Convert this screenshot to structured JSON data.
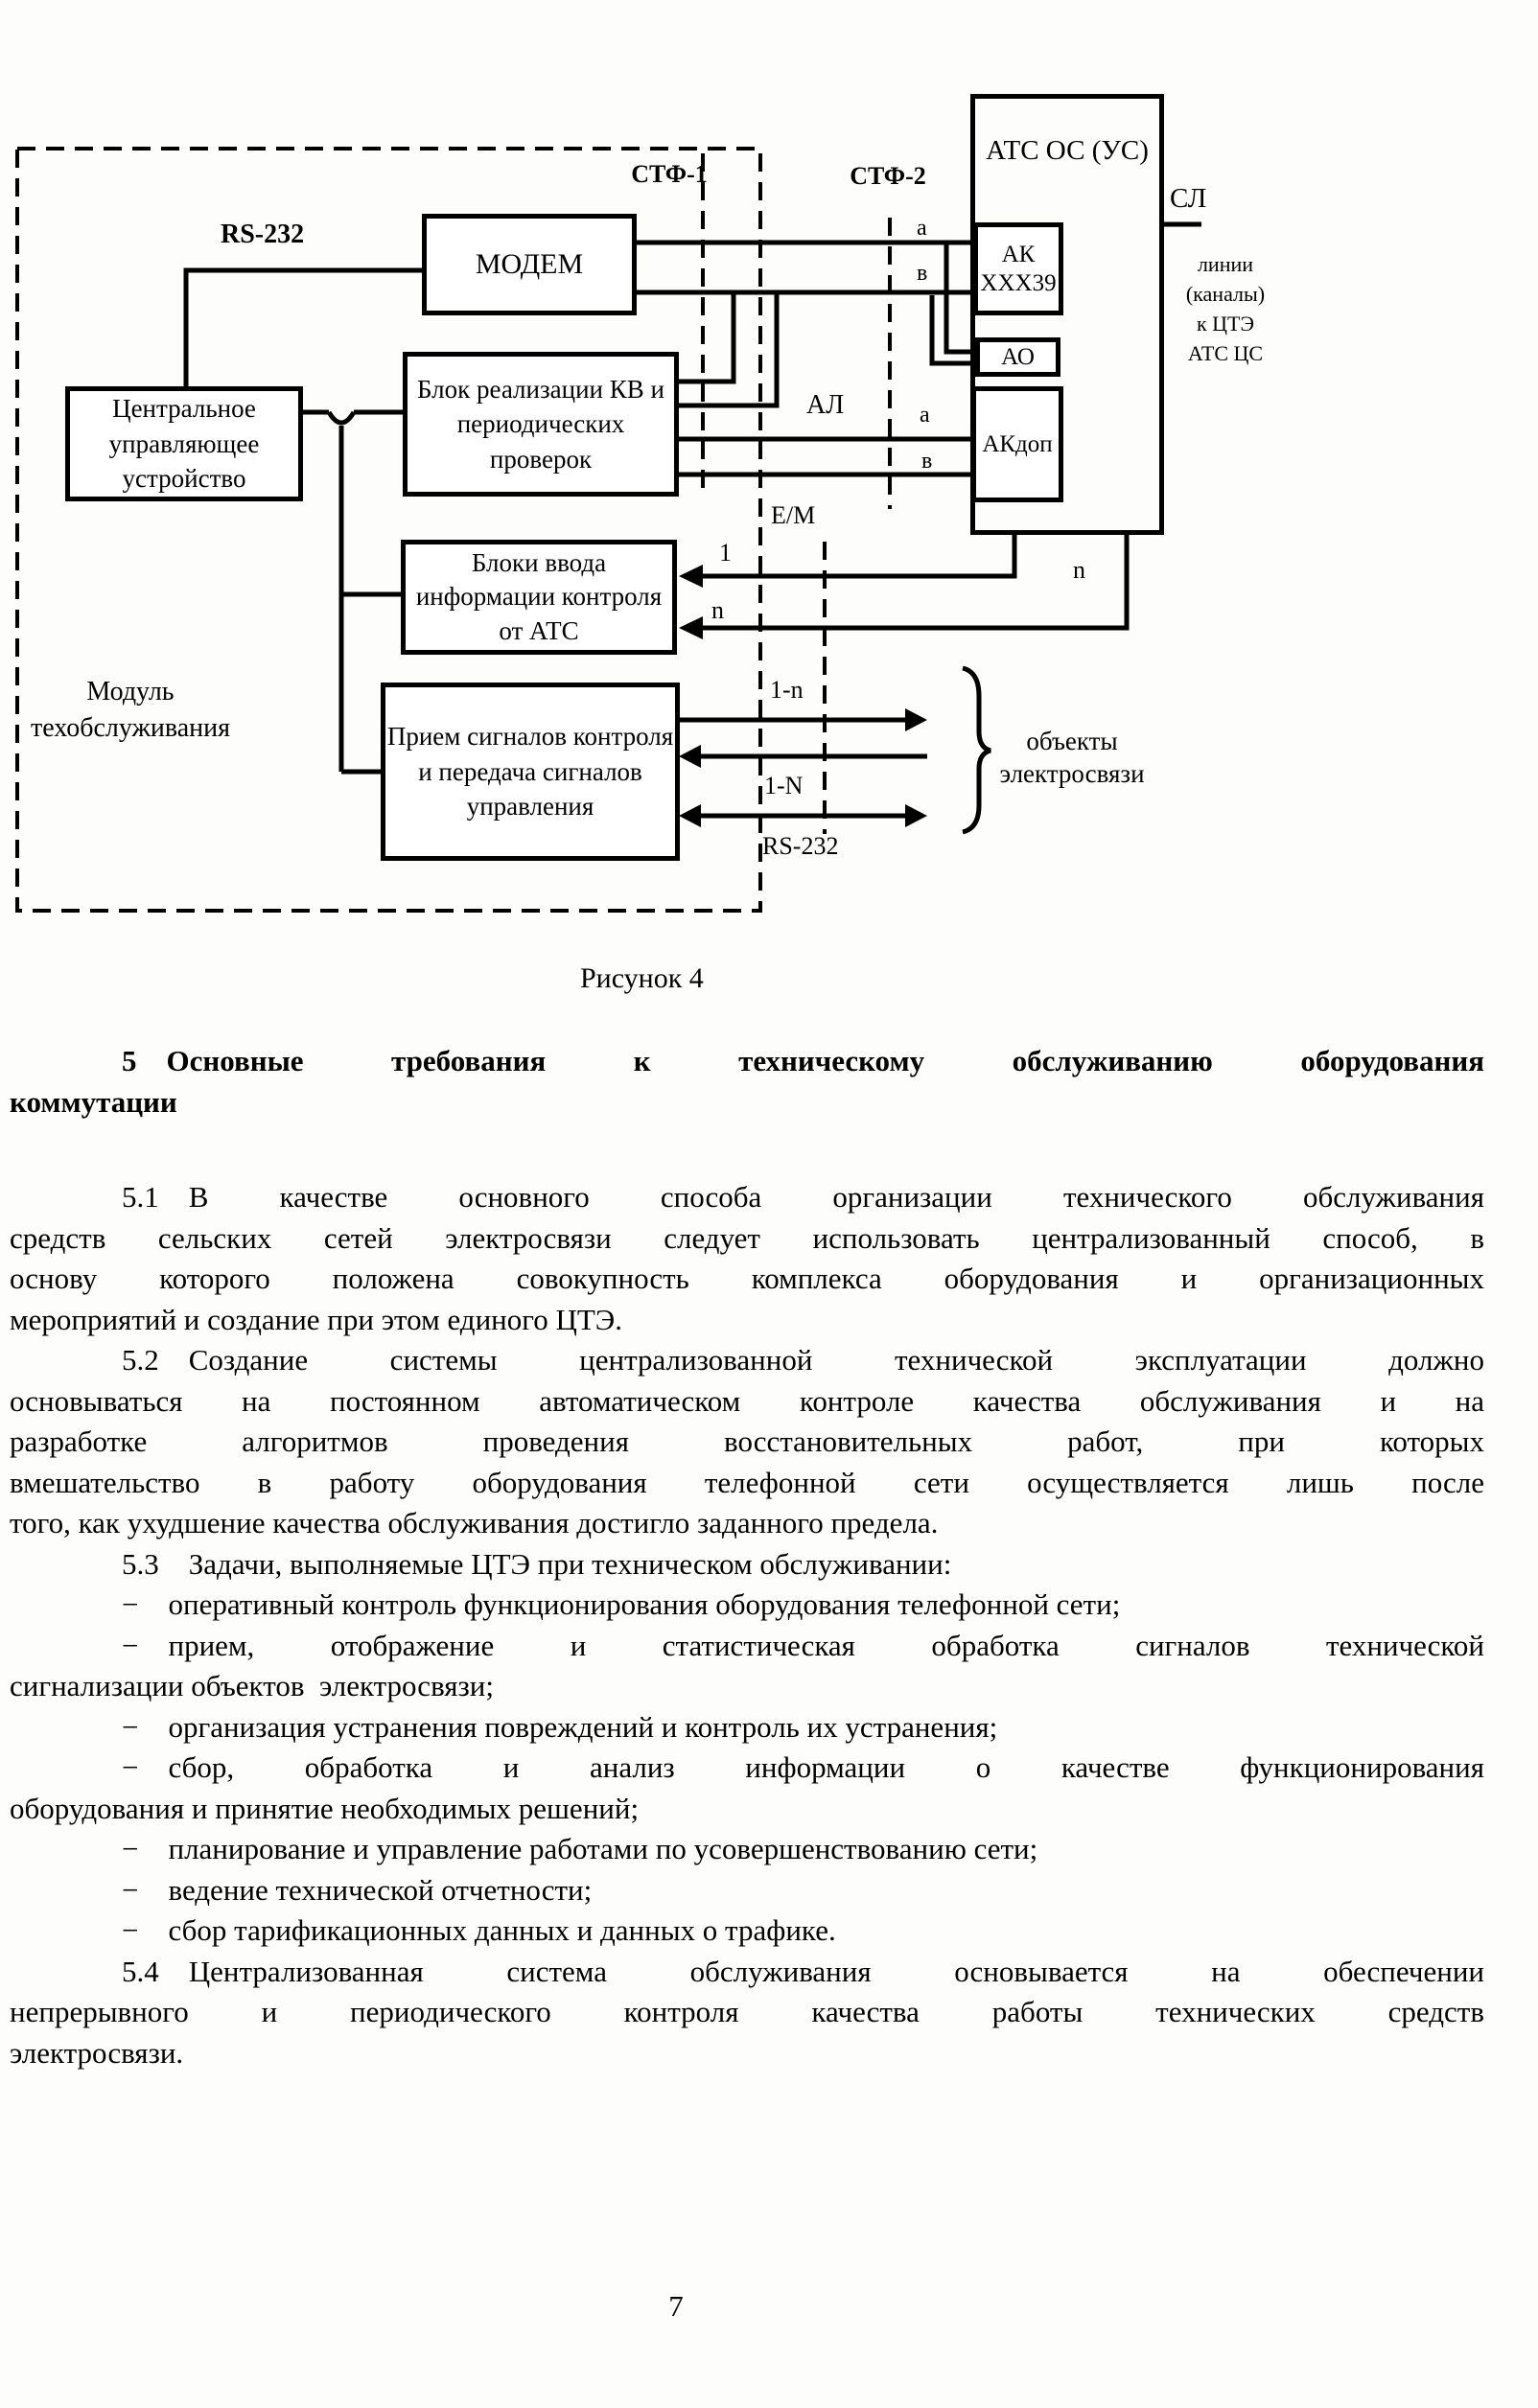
{
  "page": {
    "number": "7"
  },
  "figure": {
    "caption": "Рисунок 4",
    "module_label": "Модуль\nтехобслуживания",
    "blocks": {
      "modem": "МОДЕМ",
      "central": "Центральное управляющее устройство",
      "kv": "Блок реализации КВ и периодических проверок",
      "input": "Блоки ввода информации контроля от АТС",
      "receive": "Прием сигналов контроля и передача сигналов управления",
      "atc": "АТС ОС (УС)",
      "ak": "АК ХХХ39",
      "ao": "АО",
      "akdop": "АКдоп"
    },
    "interfaces": {
      "stf1": "СТФ-1",
      "stf2": "СТФ-2",
      "rs232_top": "RS-232",
      "rs232_bottom": "RS-232",
      "al": "АЛ",
      "em": "Е/М",
      "sl": "СЛ"
    },
    "wire_labels": {
      "a_top": "а",
      "b_top": "в",
      "a_bottom": "а",
      "b_bottom": "в",
      "one": "1",
      "n_left": "n",
      "n_right": "n",
      "range_small": "1-n",
      "range_big": "1-N"
    },
    "right_note": "линии\n(каналы)\nк ЦТЭ\nАТС ЦС",
    "objects_label": "объекты\nэлектросвязи"
  },
  "body": {
    "heading": {
      "lines": [
        "5  Основные требования к техническому обслуживанию оборудования",
        "коммутации"
      ]
    },
    "paragraphs": [
      {
        "lines": [
          "5.1  В качестве основного способа организации технического обслуживания",
          "средств сельских сетей электросвязи следует использовать централизованный способ, в",
          "основу которого положена совокупность комплекса оборудования и организационных",
          "мероприятий и создание при этом единого ЦТЭ."
        ]
      },
      {
        "lines": [
          "5.2  Создание системы централизованной технической эксплуатации должно",
          "основываться на постоянном автоматическом контроле качества обслуживания и на",
          "разработке алгоритмов проведения восстановительных работ, при которых",
          "вмешательство в работу оборудования телефонной сети осуществляется лишь после",
          "того, как ухудшение качества обслуживания достигло заданного предела."
        ]
      },
      {
        "lines": [
          "5.3  Задачи, выполняемые ЦТЭ при техническом обслуживании:"
        ]
      },
      {
        "lines": [
          "−  оперативный контроль функционирования оборудования телефонной сети;"
        ]
      },
      {
        "lines": [
          "−  прием, отображение и статистическая обработка сигналов технической",
          "сигнализации объектов  электросвязи;"
        ]
      },
      {
        "lines": [
          "−  организация устранения повреждений и контроль их устранения;"
        ]
      },
      {
        "lines": [
          "−  сбор, обработка и анализ информации о качестве функционирования",
          "оборудования и принятие необходимых решений;"
        ]
      },
      {
        "lines": [
          "−  планирование и управление работами по усовершенствованию сети;"
        ]
      },
      {
        "lines": [
          "−  ведение технической отчетности;"
        ]
      },
      {
        "lines": [
          "−  сбор тарификационных данных и данных о трафике."
        ]
      },
      {
        "lines": [
          "5.4  Централизованная система обслуживания основывается на обеспечении",
          "непрерывного и периодического контроля качества работы технических средств",
          "электросвязи."
        ]
      }
    ]
  }
}
